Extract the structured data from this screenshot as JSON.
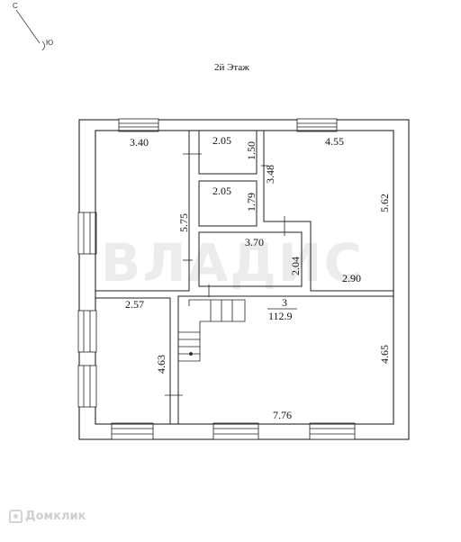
{
  "plan": {
    "title": "2й Этаж",
    "compass": {
      "top": "С",
      "side": "Ю"
    },
    "watermark": "ВЛАДИС",
    "footer_logo": "Домклик",
    "rooms": [
      {
        "id": "room-top-left",
        "width": "3.40",
        "height": "5.75"
      },
      {
        "id": "room-small-upper",
        "width": "2.05",
        "height": "1.50"
      },
      {
        "id": "room-small-lower",
        "width": "2.05",
        "height": "1.79"
      },
      {
        "id": "room-top-right",
        "width": "4.55",
        "side": "3.48",
        "height": "5.62"
      },
      {
        "id": "room-corridor",
        "width": "3.70",
        "height": "2.04"
      },
      {
        "id": "room-right-step",
        "width": "2.90"
      },
      {
        "id": "room-bottom-left",
        "width": "2.57",
        "height": "4.63"
      },
      {
        "id": "room-hall",
        "number": "3",
        "area": "112.9",
        "width": "7.76",
        "height": "4.65"
      }
    ]
  }
}
